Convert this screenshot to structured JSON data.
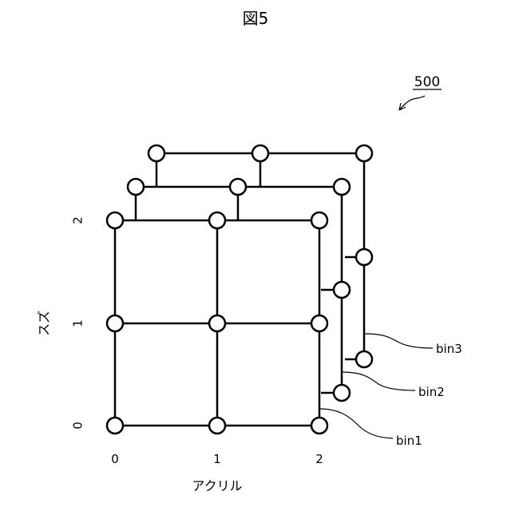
{
  "figure": {
    "title": "図5",
    "ref_number": "500"
  },
  "axes": {
    "x_label": "アクリル",
    "y_label": "スズ",
    "x_ticks": [
      "0",
      "1",
      "2"
    ],
    "y_ticks": [
      "0",
      "1",
      "2"
    ]
  },
  "bins": [
    "bin1",
    "bin2",
    "bin3"
  ]
}
